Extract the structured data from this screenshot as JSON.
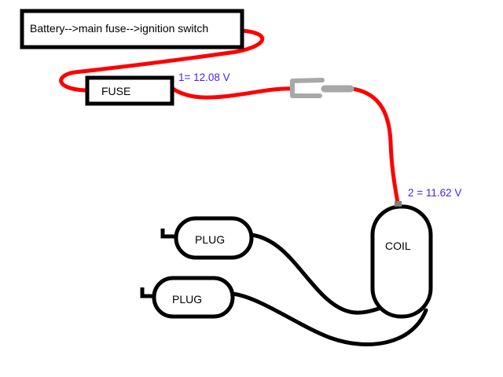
{
  "diagram": {
    "title": "Ignition circuit voltage measurements",
    "nodes": {
      "source": {
        "label": "Battery-->main fuse-->ignition switch"
      },
      "fuse": {
        "label": "FUSE"
      },
      "coil": {
        "label": "COIL"
      },
      "plug1": {
        "label": "PLUG"
      },
      "plug2": {
        "label": "PLUG"
      }
    },
    "measurements": [
      {
        "point": "1",
        "label": "1= 12.08 V",
        "value_v": 12.08
      },
      {
        "point": "2",
        "label": "2 = 11.62 V",
        "value_v": 11.62
      }
    ],
    "colors": {
      "power_wire": "#ff0000",
      "ht_lead": "#000000",
      "connector": "#a8a8a8",
      "measurement_text": "#4a1ff0"
    }
  }
}
